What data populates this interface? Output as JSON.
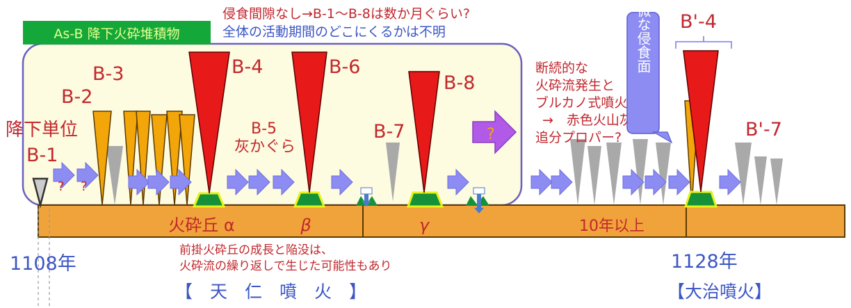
{
  "title_box": {
    "label": "As-B 降下火砕堆積物",
    "bg": "#14a83a",
    "fg": "#e8ff8c"
  },
  "notes": {
    "top1": "侵食間隙なし→B-1～B-8は数か月ぐらい?",
    "top2": "全体の活動期間のどこにくるかは不明",
    "right1": "断続的な",
    "right2": "火砕流発生と",
    "right3": "ブルカノ式噴火",
    "right4": "→　赤色火山灰",
    "right5": "追分プロパー?",
    "erosion": "軽微な侵食面",
    "cone_note1": "前掛火砕丘の成長と陥没は、",
    "cone_note2": "火砕流の繰り返しで生じた可能性もあり"
  },
  "labels": {
    "unit": "降下単位",
    "b1": "B-1",
    "b2": "B-2",
    "b3": "B-3",
    "b4": "B-4",
    "b5": "B-5",
    "b5sub": "灰かぐら",
    "b6": "B-6",
    "b7": "B-7",
    "b8": "B-8",
    "bp4": "B'-4",
    "bp7": "B'-7",
    "q": "?"
  },
  "bar": {
    "alpha": "火砕丘 α",
    "beta": "β",
    "gamma": "γ",
    "ten": "10年以上"
  },
  "years": {
    "start": "1108年",
    "end": "1128年"
  },
  "eruptions": {
    "tennin": "【　天　仁　噴　火　】",
    "daiji": "【大治噴火】"
  },
  "colors": {
    "bar": "#f0a33a",
    "red": "#e81919",
    "orange": "#f2a60a",
    "gray": "#a9a9a9",
    "arrow": "#8c8cf2",
    "purple": "#b25ae8",
    "box_fill": "#fdfbe0",
    "box_stroke": "#6a5fc0",
    "text_red": "#c1272d",
    "text_blue": "#3b55c4"
  }
}
